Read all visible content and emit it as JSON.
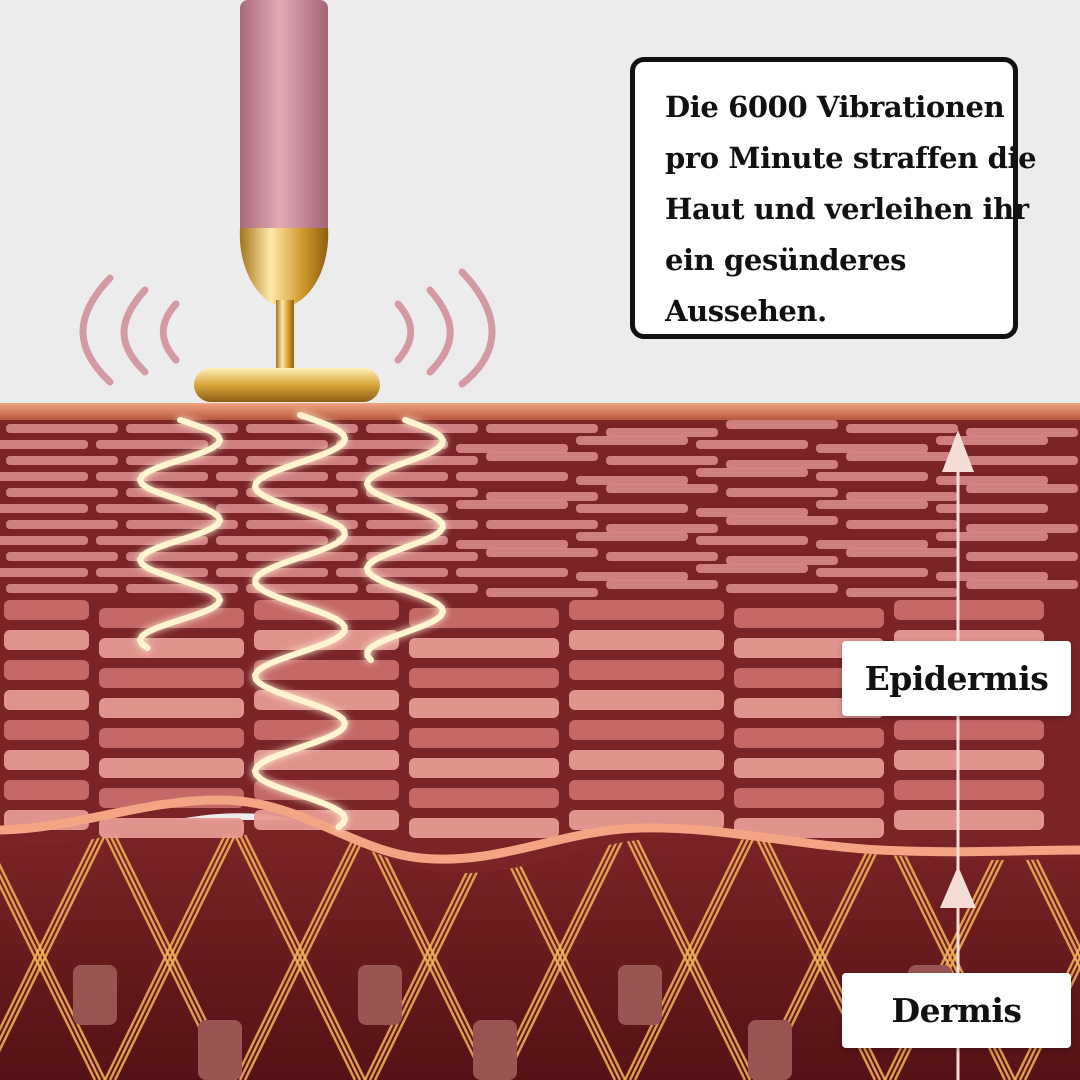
{
  "callout": {
    "lines": [
      "Die 6000 Vibrationen",
      "pro Minute straffen die",
      "Haut und verleihen ihr",
      "ein gesünderes",
      "Aussehen."
    ]
  },
  "labels": {
    "epidermis": "Epidermis",
    "dermis": "Dermis"
  },
  "colors": {
    "background": "#ececec",
    "skin_surface": "#e8906e",
    "epidermis_fiber": "#d98a8a",
    "dermis_background": "#6e1c1e",
    "dermis_fiber": "#f5b45a",
    "device_handle": "#c98a98",
    "device_head": "#d9a441",
    "glow_wave": "#fff4d0"
  },
  "icons": [
    "beauty-bar-device-icon",
    "vibration-arcs-icon",
    "up-arrow-icon"
  ]
}
